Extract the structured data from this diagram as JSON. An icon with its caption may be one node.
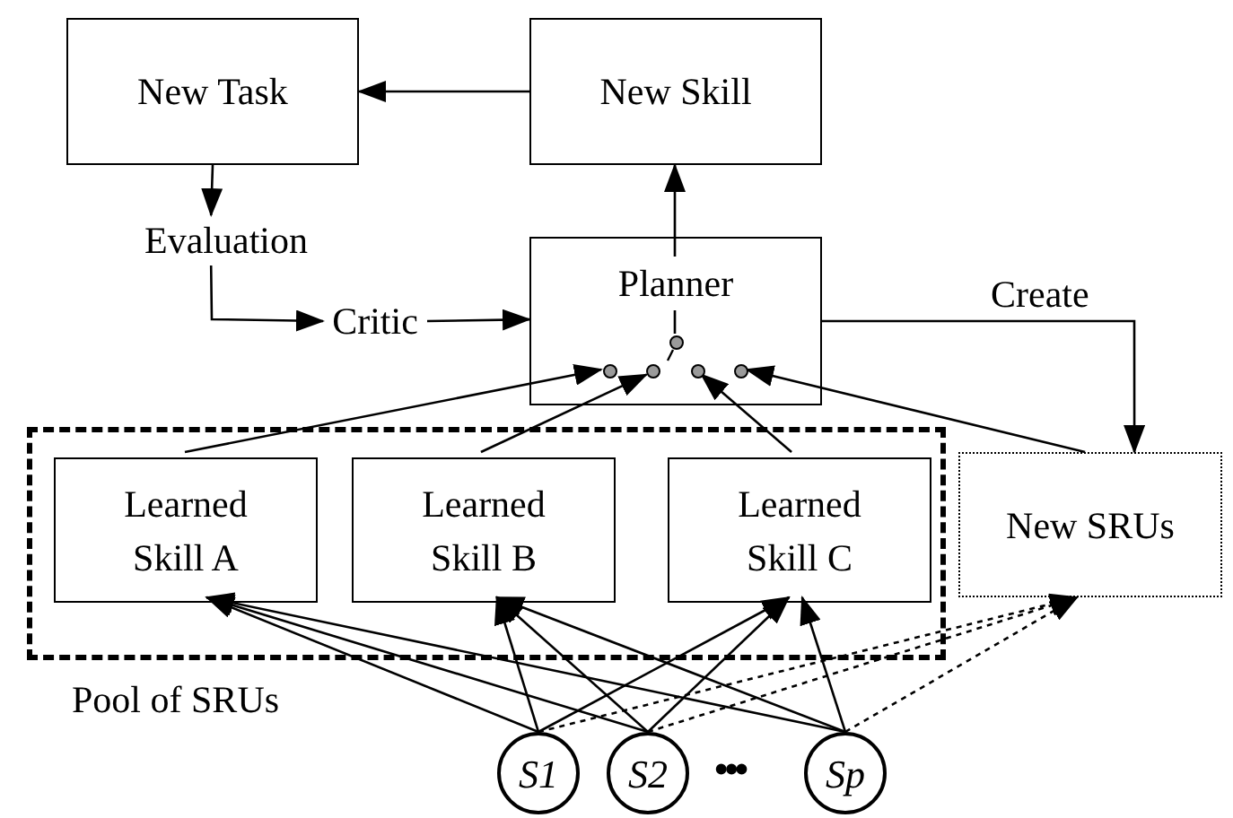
{
  "diagram": {
    "nodes": [
      {
        "text": [
          "New Task"
        ]
      },
      {
        "text": [
          "New Skill"
        ]
      },
      {
        "text": [
          "Evaluation"
        ]
      },
      {
        "text": [
          "Critic"
        ]
      },
      {
        "text": [
          "Planner"
        ]
      },
      {
        "text": [],
        "shape": "circle",
        "in": 4
      },
      {
        "text": [],
        "shape": "circle",
        "in": 4
      },
      {
        "text": [],
        "shape": "circle",
        "in": 4
      },
      {
        "text": [],
        "shape": "circle",
        "in": 4
      },
      {
        "text": [],
        "shape": "circle",
        "in": 4
      },
      {
        "text": [
          "Pool of SRUs"
        ]
      },
      {
        "text": [
          "Learned Skill A"
        ],
        "in": 10
      },
      {
        "text": [
          "Learned Skill B"
        ],
        "in": 10
      },
      {
        "text": [
          "Learned Skill C"
        ],
        "in": 10
      },
      {
        "text": [
          "New SRUs"
        ]
      },
      {
        "text": [
          "S1"
        ]
      },
      {
        "text": [
          "S2"
        ]
      },
      {
        "text": [
          "Sp"
        ]
      }
    ],
    "edges": [
      {
        "from": 1,
        "to": 0,
        "arrow": "to"
      },
      {
        "from": 0,
        "to": 2,
        "arrow": "to"
      },
      {
        "from": 2,
        "to": 3,
        "arrow": "to"
      },
      {
        "from": 3,
        "to": 4,
        "arrow": "to"
      },
      {
        "from": 4,
        "to": 14,
        "arrow": "to",
        "label": "Create"
      },
      {
        "from": 5,
        "to": 1,
        "arrow": "to"
      },
      {
        "from": 11,
        "to": 6,
        "arrow": "to"
      },
      {
        "from": 12,
        "to": 7,
        "arrow": "to"
      },
      {
        "from": 13,
        "to": 8,
        "arrow": "to"
      },
      {
        "from": 14,
        "to": 9,
        "arrow": "to"
      },
      {
        "from": 15,
        "to": 11,
        "arrow": "to"
      },
      {
        "from": 16,
        "to": 11,
        "arrow": "to"
      },
      {
        "from": 17,
        "to": 11,
        "arrow": "to"
      },
      {
        "from": 15,
        "to": 12,
        "arrow": "to"
      },
      {
        "from": 16,
        "to": 12,
        "arrow": "to"
      },
      {
        "from": 17,
        "to": 12,
        "arrow": "to"
      },
      {
        "from": 15,
        "to": 13,
        "arrow": "to"
      },
      {
        "from": 16,
        "to": 13,
        "arrow": "to"
      },
      {
        "from": 17,
        "to": 13,
        "arrow": "to"
      },
      {
        "from": 15,
        "to": 14,
        "arrow": "to",
        "style": "dashed"
      },
      {
        "from": 16,
        "to": 14,
        "arrow": "to",
        "style": "dashed"
      },
      {
        "from": 17,
        "to": 14,
        "arrow": "to",
        "style": "dashed"
      }
    ],
    "labels": [
      "•••"
    ]
  }
}
